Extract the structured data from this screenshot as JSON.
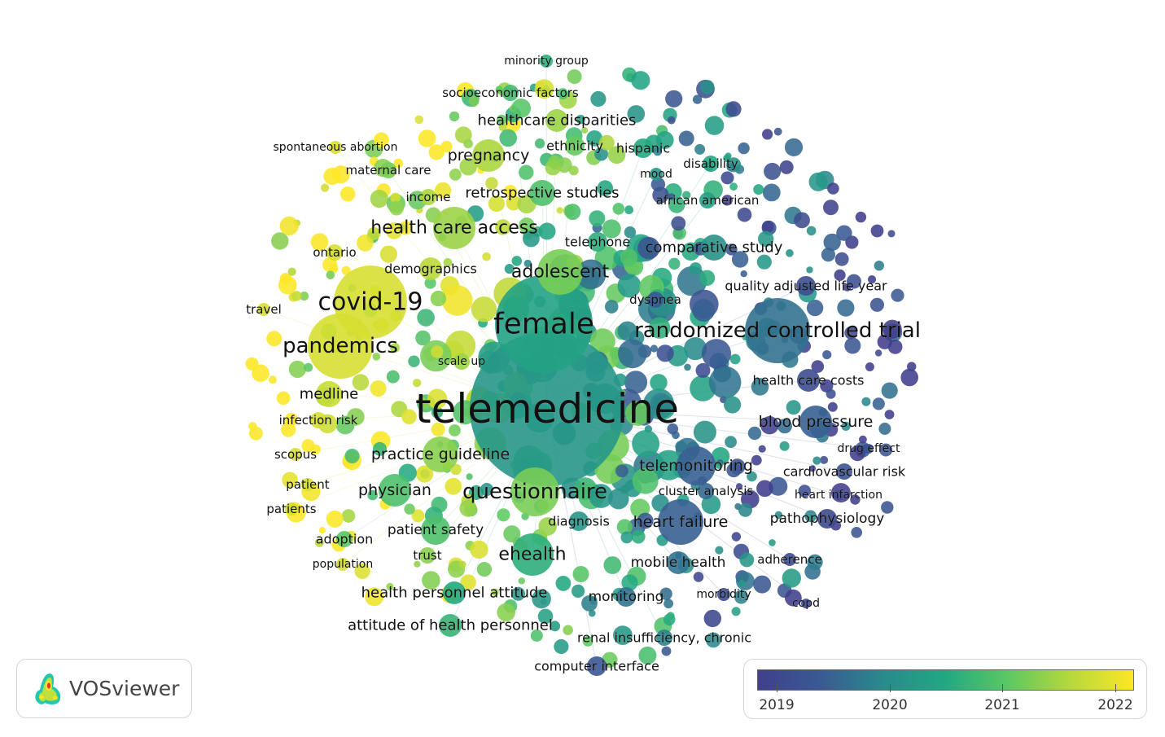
{
  "app": "VOSviewer",
  "legend": {
    "years": [
      "2019",
      "2020",
      "2021",
      "2022"
    ],
    "gradient": [
      "#403f8c",
      "#3a5a93",
      "#2a8a8c",
      "#22a882",
      "#5cc863",
      "#b7d83a",
      "#fde725"
    ]
  },
  "keywords": [
    {
      "text": "telemedicine",
      "year": 2020.3
    },
    {
      "text": "female",
      "year": 2020.5
    },
    {
      "text": "randomized controlled trial",
      "year": 2019.8
    },
    {
      "text": "covid-19",
      "year": 2021.9
    },
    {
      "text": "pandemics",
      "year": 2021.9
    },
    {
      "text": "questionnaire",
      "year": 2021.3
    },
    {
      "text": "adolescent",
      "year": 2021.3
    },
    {
      "text": "health care access",
      "year": 2021.5
    },
    {
      "text": "ehealth",
      "year": 2020.7
    },
    {
      "text": "telemonitoring",
      "year": 2019.6
    },
    {
      "text": "heart failure",
      "year": 2019.6
    },
    {
      "text": "blood pressure",
      "year": 2019.6
    },
    {
      "text": "practice guideline",
      "year": 2021.4
    },
    {
      "text": "physician",
      "year": 2021.0
    },
    {
      "text": "healthcare disparities",
      "year": 2021.5
    },
    {
      "text": "pregnancy",
      "year": 2021.6
    },
    {
      "text": "retrospective studies",
      "year": 2021.0
    },
    {
      "text": "comparative study",
      "year": 2020.2
    },
    {
      "text": "pathophysiology",
      "year": 2019.2
    },
    {
      "text": "mobile health",
      "year": 2019.8
    },
    {
      "text": "health personnel attitude",
      "year": 2020.6
    },
    {
      "text": "attitude of health personnel",
      "year": 2020.8
    },
    {
      "text": "patient safety",
      "year": 2021.0
    },
    {
      "text": "medline",
      "year": 2021.8
    },
    {
      "text": "monitoring",
      "year": 2019.8
    },
    {
      "text": "quality adjusted life year",
      "year": 2019.3
    },
    {
      "text": "health care costs",
      "year": 2019.3
    },
    {
      "text": "cardiovascular risk",
      "year": 2019.4
    },
    {
      "text": "demographics",
      "year": 2021.7
    },
    {
      "text": "ethnicity",
      "year": 2021.2
    },
    {
      "text": "hispanic",
      "year": 2020.6
    },
    {
      "text": "socioeconomic factors",
      "year": 2020.9
    },
    {
      "text": "renal insufficiency, chronic",
      "year": 2020.0
    },
    {
      "text": "computer interface",
      "year": 2019.5
    },
    {
      "text": "diagnosis",
      "year": 2020.3
    },
    {
      "text": "cluster analysis",
      "year": 2019.7
    },
    {
      "text": "telephone",
      "year": 2020.7
    },
    {
      "text": "adoption",
      "year": 2021.1
    },
    {
      "text": "infection risk",
      "year": 2021.9
    },
    {
      "text": "dyspnea",
      "year": 2019.5
    },
    {
      "text": "african american",
      "year": 2020.5
    },
    {
      "text": "disability",
      "year": 2020.6
    },
    {
      "text": "maternal care",
      "year": 2021.3
    },
    {
      "text": "spontaneous abortion",
      "year": 2021.9
    },
    {
      "text": "minority group",
      "year": 2020.7
    },
    {
      "text": "income",
      "year": 2021.6
    },
    {
      "text": "mood",
      "year": 2020.3
    },
    {
      "text": "ontario",
      "year": 2021.9
    },
    {
      "text": "travel",
      "year": 2021.9
    },
    {
      "text": "scale up",
      "year": 2021.5
    },
    {
      "text": "scopus",
      "year": 2021.9
    },
    {
      "text": "patient",
      "year": 2021.9
    },
    {
      "text": "patients",
      "year": 2021.9
    },
    {
      "text": "population",
      "year": 2021.9
    },
    {
      "text": "trust",
      "year": 2021.4
    },
    {
      "text": "adherence",
      "year": 2019.3
    },
    {
      "text": "morbidity",
      "year": 2019.3
    },
    {
      "text": "copd",
      "year": 2019.2
    },
    {
      "text": "drug effect",
      "year": 2019.5
    },
    {
      "text": "heart infarction",
      "year": 2019.3
    }
  ]
}
